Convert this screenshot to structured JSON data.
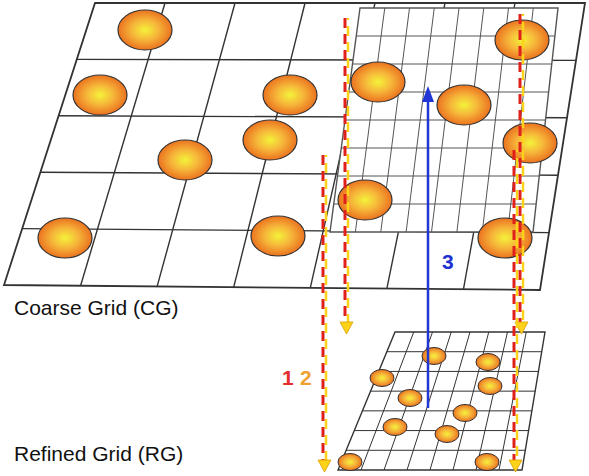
{
  "diagram": {
    "labels": [
      "Coarse Grid (CG)",
      "Refined Grid (RG)",
      "1",
      "2",
      "3"
    ]
  }
}
